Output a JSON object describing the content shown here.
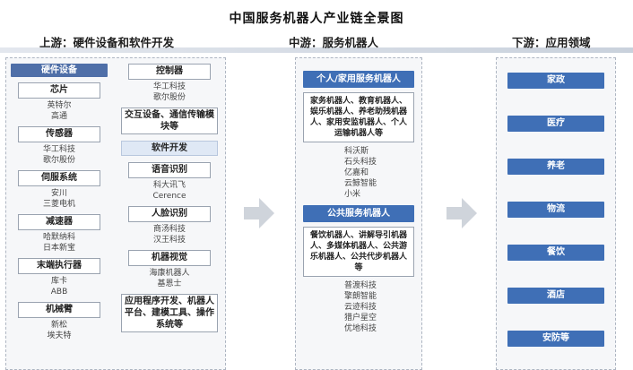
{
  "title": "中国服务机器人产业链全景图",
  "headers": {
    "upstream": "上游：硬件设备和软件开发",
    "midstream": "中游：服务机器人",
    "downstream": "下游：应用领域"
  },
  "upstream": {
    "hardware_label": "硬件设备",
    "left_column": [
      {
        "category": "芯片",
        "items": [
          "英特尔",
          "高通"
        ]
      },
      {
        "category": "传感器",
        "items": [
          "华工科技",
          "歌尔股份"
        ]
      },
      {
        "category": "伺服系统",
        "items": [
          "安川",
          "三菱电机"
        ]
      },
      {
        "category": "减速器",
        "items": [
          "哈默纳科",
          "日本新宝"
        ]
      },
      {
        "category": "末端执行器",
        "items": [
          "库卡",
          "ABB"
        ]
      },
      {
        "category": "机械臂",
        "items": [
          "新松",
          "埃夫特"
        ]
      }
    ],
    "right_column": {
      "controller": {
        "category": "控制器",
        "items": [
          "华工科技",
          "歌尔股份"
        ]
      },
      "interaction": {
        "category": "交互设备、通信传输模块等"
      },
      "software_label": "软件开发",
      "software_groups": [
        {
          "category": "语音识别",
          "items": [
            "科大讯飞",
            "Cerence"
          ]
        },
        {
          "category": "人脸识别",
          "items": [
            "商汤科技",
            "汉王科技"
          ]
        },
        {
          "category": "机器视觉",
          "items": [
            "海康机器人",
            "基恩士"
          ]
        }
      ],
      "app_dev": {
        "category": "应用程序开发、机器人平台、建模工具、操作系统等"
      }
    }
  },
  "midstream": {
    "personal": {
      "label": "个人/家用服务机器人",
      "description": "家务机器人、教育机器人、娱乐机器人、养老助残机器人、家用安监机器人、个人运输机器人等",
      "companies": [
        "科沃斯",
        "石头科技",
        "亿嘉和",
        "云鲸智能",
        "小米"
      ]
    },
    "public": {
      "label": "公共服务机器人",
      "description": "餐饮机器人、讲解导引机器人、多媒体机器人、公共游乐机器人、公共代步机器人等",
      "companies": [
        "普渡科技",
        "擎朗智能",
        "云迹科技",
        "猎户星空",
        "优地科技"
      ]
    }
  },
  "downstream": {
    "fields": [
      "家政",
      "医疗",
      "养老",
      "物流",
      "餐饮",
      "酒店",
      "安防等"
    ]
  }
}
